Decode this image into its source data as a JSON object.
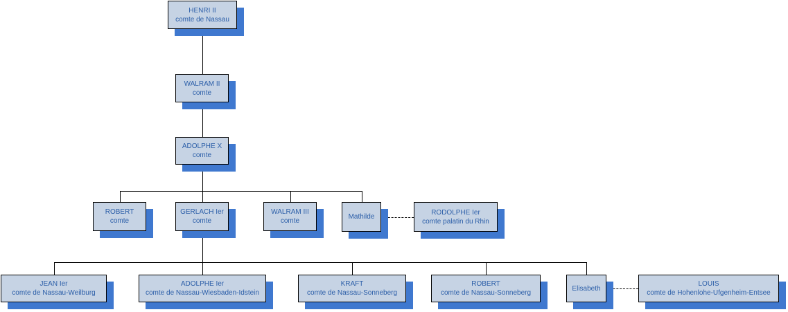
{
  "chart_data": {
    "type": "family_tree",
    "nodes": [
      {
        "id": "henri2",
        "name": "HENRI II",
        "title": "comte de Nassau"
      },
      {
        "id": "walram2",
        "name": "WALRAM II",
        "title": "comte"
      },
      {
        "id": "adolphe10",
        "name": "ADOLPHE X",
        "title": "comte"
      },
      {
        "id": "robert",
        "name": "ROBERT",
        "title": "comte"
      },
      {
        "id": "gerlach1",
        "name": "GERLACH Ier",
        "title": "comte"
      },
      {
        "id": "walram3",
        "name": "WALRAM III",
        "title": "comte"
      },
      {
        "id": "mathilde",
        "name": "Mathilde",
        "title": ""
      },
      {
        "id": "rodolphe1",
        "name": "RODOLPHE Ier",
        "title": "comte palatin du Rhin"
      },
      {
        "id": "jean1",
        "name": "JEAN Ier",
        "title": "comte de Nassau-Weilburg"
      },
      {
        "id": "adolphe1",
        "name": "ADOLPHE Ier",
        "title": "comte de Nassau-Wiesbaden-Idstein"
      },
      {
        "id": "kraft",
        "name": "KRAFT",
        "title": "comte de Nassau-Sonneberg"
      },
      {
        "id": "robert2",
        "name": "ROBERT",
        "title": "comte de Nassau-Sonneberg"
      },
      {
        "id": "elisabeth",
        "name": "Elisabeth",
        "title": ""
      },
      {
        "id": "louis",
        "name": "LOUIS",
        "title": "comte de Hohenlohe-Ufgenheim-Entsee"
      }
    ],
    "parent_child": [
      [
        "henri2",
        "walram2"
      ],
      [
        "walram2",
        "adolphe10"
      ],
      [
        "adolphe10",
        "robert"
      ],
      [
        "adolphe10",
        "gerlach1"
      ],
      [
        "adolphe10",
        "walram3"
      ],
      [
        "adolphe10",
        "mathilde"
      ],
      [
        "gerlach1",
        "jean1"
      ],
      [
        "gerlach1",
        "adolphe1"
      ],
      [
        "gerlach1",
        "kraft"
      ],
      [
        "gerlach1",
        "robert2"
      ],
      [
        "gerlach1",
        "elisabeth"
      ]
    ],
    "marriages": [
      [
        "mathilde",
        "rodolphe1"
      ],
      [
        "elisabeth",
        "louis"
      ]
    ],
    "colors": {
      "box_fill": "#c6d3e4",
      "shadow": "#3f78cf",
      "text": "#2b5ea8",
      "line": "#000000"
    }
  }
}
